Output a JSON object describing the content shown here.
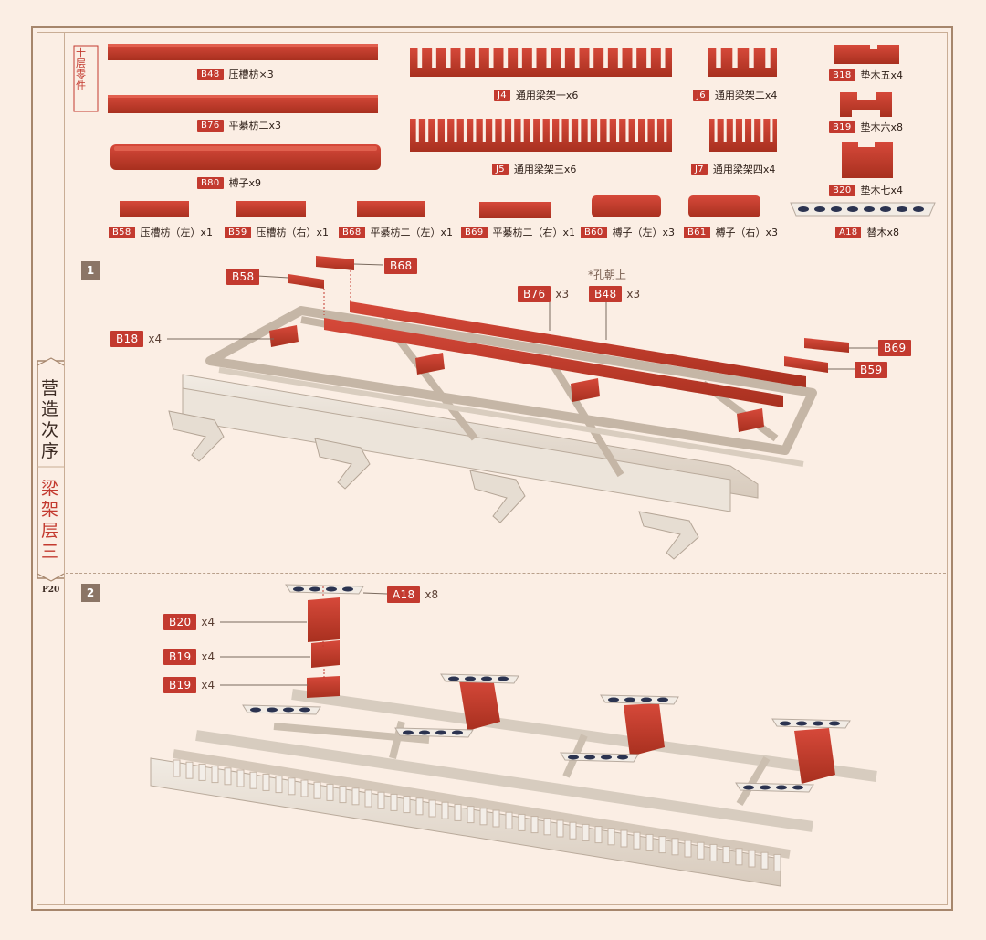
{
  "sidebar": {
    "parts_title": [
      "十",
      "层",
      "零",
      "件"
    ],
    "section_title": [
      "营",
      "造",
      "次",
      "序"
    ],
    "section_subtitle": [
      "梁",
      "架",
      "层",
      "三"
    ],
    "page_number": "P20"
  },
  "parts": [
    {
      "code": "B48",
      "label": "压槽枋×3"
    },
    {
      "code": "B76",
      "label": "平綦枋二x3"
    },
    {
      "code": "B80",
      "label": "榑子x9"
    },
    {
      "code": "J4",
      "label": "通用梁架一x6"
    },
    {
      "code": "J5",
      "label": "通用梁架三x6"
    },
    {
      "code": "J6",
      "label": "通用梁架二x4"
    },
    {
      "code": "J7",
      "label": "通用梁架四x4"
    },
    {
      "code": "B18",
      "label": "垫木五x4"
    },
    {
      "code": "B19",
      "label": "垫木六x8"
    },
    {
      "code": "B20",
      "label": "垫木七x4"
    },
    {
      "code": "A18",
      "label": "替木x8"
    },
    {
      "code": "B58",
      "label": "压槽枋（左）x1"
    },
    {
      "code": "B59",
      "label": "压槽枋（右）x1"
    },
    {
      "code": "B68",
      "label": "平綦枋二（左）x1"
    },
    {
      "code": "B69",
      "label": "平綦枋二（右）x1"
    },
    {
      "code": "B60",
      "label": "榑子（左）x3"
    },
    {
      "code": "B61",
      "label": "榑子（右）x3"
    }
  ],
  "steps": [
    {
      "number": "1",
      "note": "*孔朝上",
      "callouts": [
        {
          "code": "B58",
          "qty": ""
        },
        {
          "code": "B68",
          "qty": ""
        },
        {
          "code": "B76",
          "qty": "x3"
        },
        {
          "code": "B48",
          "qty": "x3"
        },
        {
          "code": "B18",
          "qty": "x4"
        },
        {
          "code": "B69",
          "qty": ""
        },
        {
          "code": "B59",
          "qty": ""
        }
      ]
    },
    {
      "number": "2",
      "callouts": [
        {
          "code": "A18",
          "qty": "x8"
        },
        {
          "code": "B20",
          "qty": "x4"
        },
        {
          "code": "B19",
          "qty": "x4"
        },
        {
          "code": "B19",
          "qty": "x4"
        }
      ]
    }
  ],
  "colors": {
    "accent": "#c33a2f",
    "background": "#fbeee4",
    "frame": "#a6866c",
    "wood": "#e9e0d5"
  }
}
